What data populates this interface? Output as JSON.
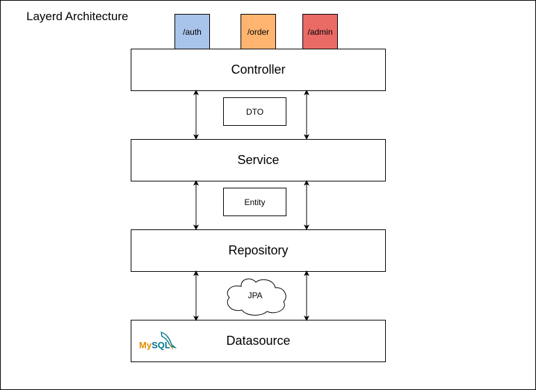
{
  "title": "Layerd Architecture",
  "routes": [
    {
      "label": "/auth",
      "color": "#A9C4EB"
    },
    {
      "label": "/order",
      "color": "#FFB570"
    },
    {
      "label": "/admin",
      "color": "#EA6B66"
    }
  ],
  "layers": {
    "controller": "Controller",
    "service": "Service",
    "repository": "Repository",
    "datasource": "Datasource"
  },
  "transfer": {
    "dto": "DTO",
    "entity": "Entity",
    "jpa": "JPA"
  },
  "logo": {
    "text": "MySQL",
    "my_color": "#E48E00",
    "sql_color": "#00758F"
  }
}
